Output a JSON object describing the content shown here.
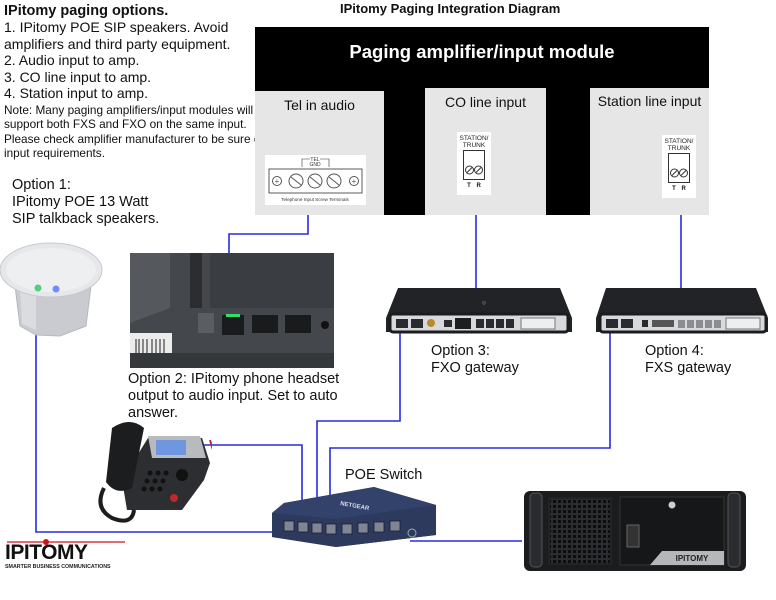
{
  "intro": {
    "title": "IPitomy paging options.",
    "items": [
      "1. IPitomy POE SIP speakers. Avoid amplifiers and third party equipment.",
      "2. Audio input to amp.",
      "3. CO line input to amp.",
      "4. Station input to amp."
    ],
    "note": "Note: Many paging amplifiers/input modules will support both FXS and FXO on the same input. Please check amplifier manufacturer to be sure of input requirements."
  },
  "diagram_title": "IPitomy Paging Integration Diagram",
  "amplifier": {
    "title": "Paging amplifier/input module",
    "panels": {
      "tel": {
        "label": "Tel in audio",
        "terminal_top": "TEL",
        "terminal_gnd": "GND",
        "terminal_caption": "Telephone Input Screw Terminals"
      },
      "co": {
        "label": "CO line input",
        "terminal_label_1": "STATION/",
        "terminal_label_2": "TRUNK",
        "terminal_tr": "T R"
      },
      "station": {
        "label": "Station line input",
        "terminal_label_1": "STATION/",
        "terminal_label_2": "TRUNK",
        "terminal_tr": "T R"
      }
    }
  },
  "option1": {
    "line1": "Option 1:",
    "line2": "IPitomy POE 13 Watt",
    "line3": "SIP talkback speakers."
  },
  "option2": {
    "line1": "Option 2: IPitomy phone headset",
    "line2": "output to audio input. Set to auto",
    "line3": "answer."
  },
  "option3": {
    "line1": "Option 3:",
    "line2": "FXO gateway"
  },
  "option4": {
    "line1": "Option 4:",
    "line2": "FXS gateway"
  },
  "switch": {
    "label": "POE Switch",
    "brand": "NETGEAR"
  },
  "server": {
    "brand": "IPITOMY"
  },
  "logo": {
    "text": "IPITOMY",
    "tagline": "SMARTER BUSINESS COMMUNICATIONS"
  },
  "colors": {
    "wire": "#2a2ae0",
    "module": "#000000",
    "panel": "#e6e6e6",
    "logo_red": "#d0101b"
  }
}
